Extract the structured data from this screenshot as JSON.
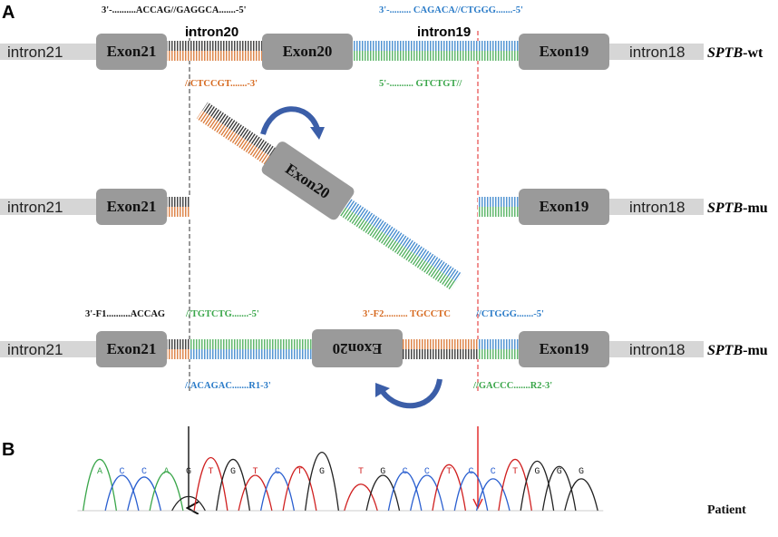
{
  "colors": {
    "orange": "#d6691f",
    "black": "#1a1a1a",
    "green": "#3aa64a",
    "blue": "#2a7bc8",
    "exon_fill": "#9a9a9a",
    "intron_fill": "#d6d6d6",
    "arrow_blue": "#3b5ea8",
    "red": "#e02020"
  },
  "panels": {
    "a": "A",
    "b": "B"
  },
  "row1": {
    "allele": "SPTB",
    "allele_suffix": "-wt",
    "intron_left": "intron21",
    "intron_right": "intron18",
    "exon21": "Exon21",
    "exon20": "Exon20",
    "exon19": "Exon19",
    "label_intron20": "intron20",
    "label_intron19": "intron19",
    "seq_top_left": "3'-..........ACCAG//GAGGCA.......-5'",
    "seq_top_right": "3'-......... CAGACA//CTGGG.......-5'",
    "seq_bot_left": "//CTCCGT.......-3'",
    "seq_bot_right": "5'-.......... GTCTGT//"
  },
  "row2": {
    "allele": "SPTB",
    "allele_suffix": "-mu",
    "intron_left": "intron21",
    "intron_right": "intron18",
    "exon21": "Exon21",
    "exon20": "Exon20",
    "exon19": "Exon19"
  },
  "row3": {
    "allele": "SPTB",
    "allele_suffix": "-mu",
    "intron_left": "intron21",
    "intron_right": "intron18",
    "exon21": "Exon21",
    "exon20_flipped": "Exon20",
    "exon19": "Exon19",
    "seq_top_left_a": "3'-F1..........ACCAG",
    "seq_top_left_b": "//TGTCTG.......-5'",
    "seq_top_right_a": "3'-F2.......... TGCCTC",
    "seq_top_right_b": "//CTGGG.......-5'",
    "seq_bot_left": "//ACAGAC.......R1-3'",
    "seq_bot_right": "//GACCC.......R2-3'"
  },
  "chrom_left": {
    "bases": [
      {
        "b": "A",
        "color": "#3aa64a"
      },
      {
        "b": "C",
        "color": "#2a5fd0"
      },
      {
        "b": "C",
        "color": "#2a5fd0"
      },
      {
        "b": "A",
        "color": "#3aa64a"
      },
      {
        "b": "G",
        "color": "#222222"
      },
      {
        "b": "T",
        "color": "#d02020"
      },
      {
        "b": "G",
        "color": "#222222"
      },
      {
        "b": "T",
        "color": "#d02020"
      },
      {
        "b": "C",
        "color": "#2a5fd0"
      },
      {
        "b": "T",
        "color": "#d02020"
      },
      {
        "b": "G",
        "color": "#222222"
      }
    ]
  },
  "chrom_right": {
    "bases": [
      {
        "b": "T",
        "color": "#d02020"
      },
      {
        "b": "G",
        "color": "#222222"
      },
      {
        "b": "C",
        "color": "#2a5fd0"
      },
      {
        "b": "C",
        "color": "#2a5fd0"
      },
      {
        "b": "T",
        "color": "#d02020"
      },
      {
        "b": "C",
        "color": "#2a5fd0"
      },
      {
        "b": "C",
        "color": "#2a5fd0"
      },
      {
        "b": "T",
        "color": "#d02020"
      },
      {
        "b": "G",
        "color": "#222222"
      },
      {
        "b": "G",
        "color": "#222222"
      },
      {
        "b": "G",
        "color": "#222222"
      }
    ]
  },
  "patient_label": "Patient"
}
